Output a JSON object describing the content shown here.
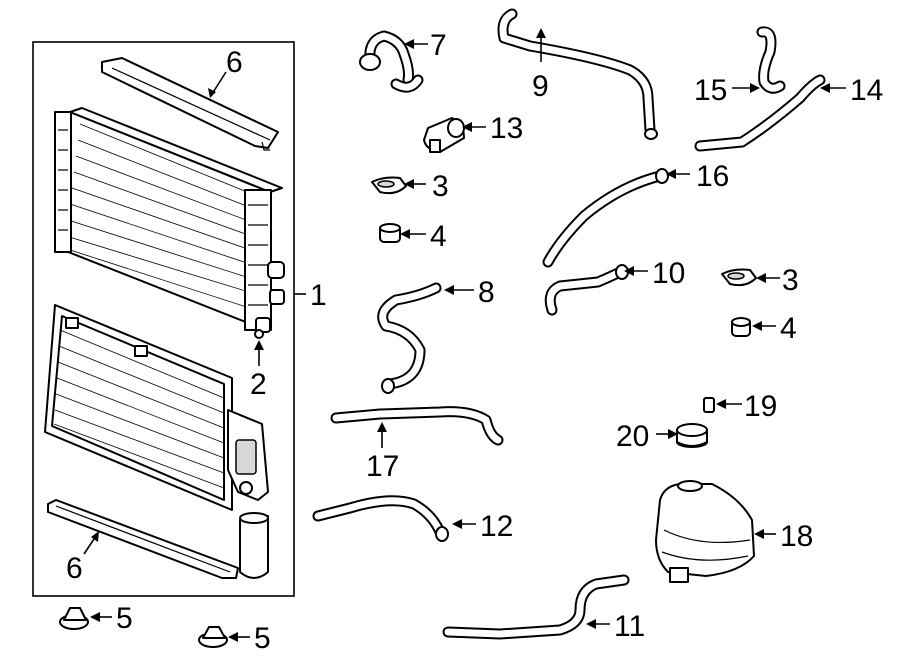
{
  "callouts": {
    "c1": "1",
    "c2": "2",
    "c3a": "3",
    "c3b": "3",
    "c4a": "4",
    "c4b": "4",
    "c5a": "5",
    "c5b": "5",
    "c6a": "6",
    "c6b": "6",
    "c7": "7",
    "c8": "8",
    "c9": "9",
    "c10": "10",
    "c11": "11",
    "c12": "12",
    "c13": "13",
    "c14": "14",
    "c15": "15",
    "c16": "16",
    "c17": "17",
    "c18": "18",
    "c19": "19",
    "c20": "20"
  },
  "colors": {
    "line": "#000000",
    "background": "#ffffff",
    "shade": "#d8d8d8"
  }
}
